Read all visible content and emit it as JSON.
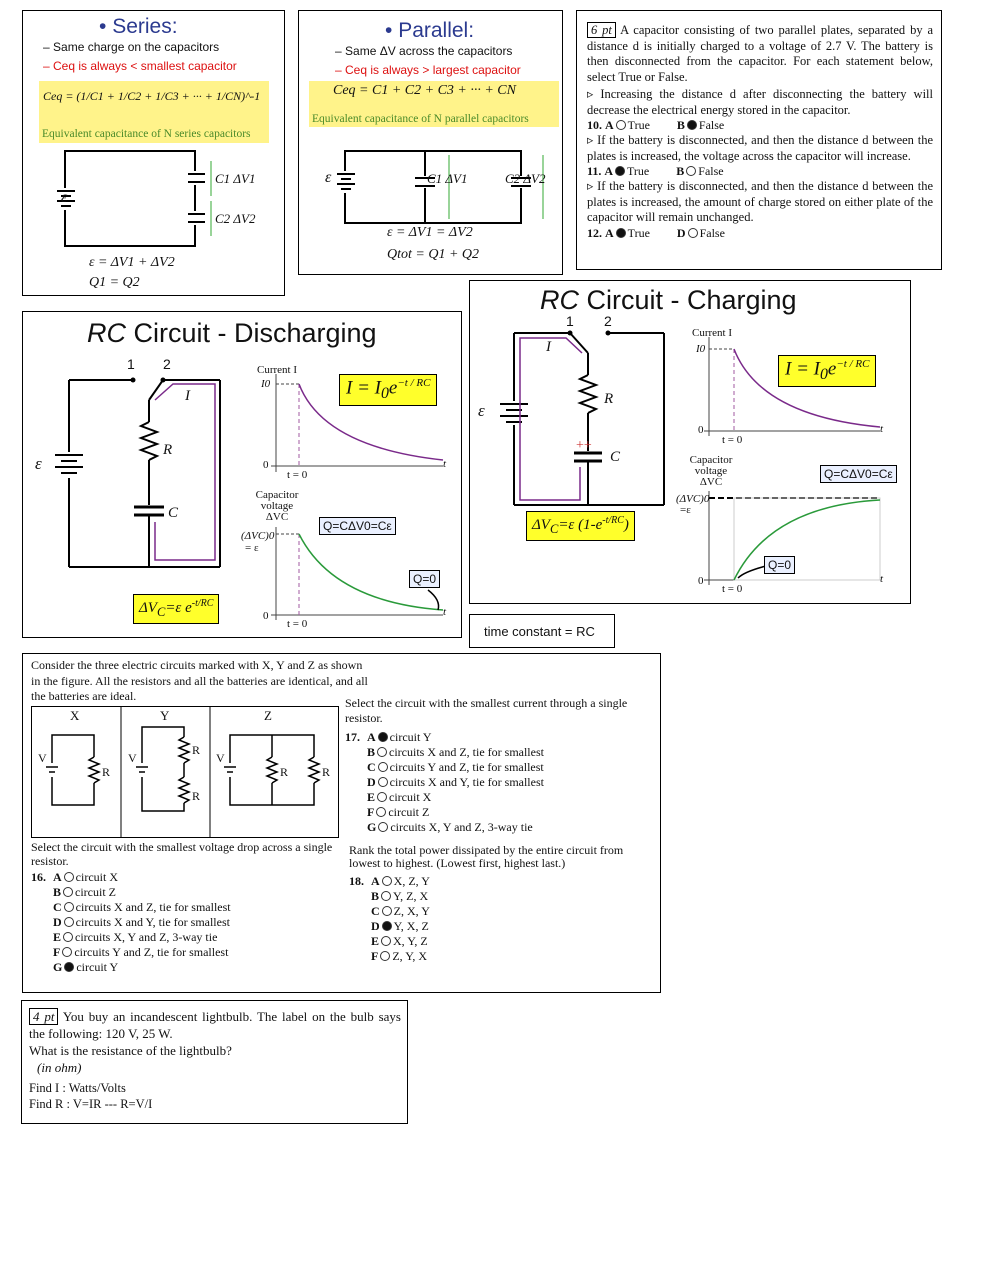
{
  "series": {
    "title": "Series:",
    "bullet1": "Same charge on the capacitors",
    "bullet2": "Ceq is always < smallest capacitor",
    "formula": "Ceq = (1/C1 + 1/C2 + 1/C3 + ··· + 1/CN)^-1",
    "caption": "Equivalent capacitance of N series capacitors",
    "emf": "ε",
    "c1": "C1  ΔV1",
    "c2": "C2  ΔV2",
    "eq1": "ε = ΔV1 + ΔV2",
    "eq2": "Q1 = Q2"
  },
  "parallel": {
    "title": "Parallel:",
    "bullet1": "Same ΔV across the capacitors",
    "bullet2": "Ceq is always > largest capacitor",
    "formula": "Ceq = C1 + C2 + C3 + ··· + CN",
    "caption": "Equivalent capacitance of N parallel capacitors",
    "emf": "ε",
    "c1": "C1  ΔV1",
    "c2": "C2  ΔV2",
    "eq1": "ε = ΔV1 = ΔV2",
    "eq2": "Qtot = Q1 + Q2"
  },
  "capq": {
    "points": "6 pt",
    "intro": "A capacitor consisting of two parallel plates, separated by a distance d is initially charged to a voltage of 2.7 V. The battery is then disconnected from the capacitor. For each statement below, select True or False.",
    "s10": "Increasing the distance d after disconnecting the battery will decrease the electrical energy stored in the capacitor.",
    "n10": "10.",
    "s11": "If the battery is disconnected, and then the distance d between the plates is increased, the voltage across the capacitor will increase.",
    "n11": "11.",
    "s12": "If the battery is disconnected, and then the distance d between the plates is increased, the amount of charge stored on either plate of the capacitor will remain unchanged.",
    "n12": "12.",
    "true_label": "True",
    "false_label": "False",
    "optA": "A",
    "optB": "B",
    "optD": "D"
  },
  "discharging": {
    "title_italic": "RC",
    "title_rest": " Circuit - Discharging",
    "n1": "1",
    "n2": "2",
    "cur": "I",
    "r": "R",
    "c": "C",
    "emf": "ε",
    "current_label": "Current I",
    "i0": "I0",
    "t0": "t = 0",
    "t": "t",
    "zero": "0",
    "formula": "I = I0e^(-t/RC)",
    "cap_voltage": "Capacitor voltage ΔVC",
    "dv0": "(ΔVC)0",
    "eq_emf": "= ε",
    "q_label": "Q=CΔV0=Cε",
    "q0": "Q=0",
    "vc": "ΔVC=ε e-t/RC"
  },
  "charging": {
    "title_italic": "RC",
    "title_rest": " Circuit - Charging",
    "n1": "1",
    "n2": "2",
    "cur": "I",
    "r": "R",
    "c": "C",
    "emf": "ε",
    "current_label": "Current I",
    "i0": "I0",
    "t0": "t = 0",
    "t": "t",
    "zero": "0",
    "formula": "I = I0e^(-t/RC)",
    "cap_voltage": "Capacitor voltage ΔVC",
    "dv0": "(ΔVC)0",
    "eq_emf": "=ε",
    "q_label": "Q=CΔV0=Cε",
    "q0": "Q=0",
    "vc": "ΔVC=ε (1-e-t/RC)"
  },
  "time_constant": "time constant = RC",
  "circuits": {
    "intro": "Consider the three electric circuits marked with X, Y and Z as shown in the figure. All the resistors and all the batteries are identical, and all the batteries are ideal.",
    "labels": [
      "X",
      "Y",
      "Z"
    ],
    "v": "V",
    "r": "R",
    "q17_prompt": "Select the circuit with the smallest current through a single resistor.",
    "q17_num": "17.",
    "q17_opts": [
      {
        "key": "A",
        "text": "circuit Y",
        "filled": true
      },
      {
        "key": "B",
        "text": "circuits X and Z, tie for smallest",
        "filled": false
      },
      {
        "key": "C",
        "text": "circuits Y and Z, tie for smallest",
        "filled": false
      },
      {
        "key": "D",
        "text": "circuits X and Y, tie for smallest",
        "filled": false
      },
      {
        "key": "E",
        "text": "circuit X",
        "filled": false
      },
      {
        "key": "F",
        "text": "circuit Z",
        "filled": false
      },
      {
        "key": "G",
        "text": "circuits X, Y and Z, 3-way tie",
        "filled": false
      }
    ],
    "q16_prompt": "Select the circuit with the smallest voltage drop across a single resistor.",
    "q16_num": "16.",
    "q16_opts": [
      {
        "key": "A",
        "text": "circuit X",
        "filled": false
      },
      {
        "key": "B",
        "text": "circuit Z",
        "filled": false
      },
      {
        "key": "C",
        "text": "circuits X and Z, tie for smallest",
        "filled": false
      },
      {
        "key": "D",
        "text": "circuits X and Y, tie for smallest",
        "filled": false
      },
      {
        "key": "E",
        "text": "circuits X, Y and Z, 3-way tie",
        "filled": false
      },
      {
        "key": "F",
        "text": "circuits Y and Z, tie for smallest",
        "filled": false
      },
      {
        "key": "G",
        "text": "circuit Y",
        "filled": true
      }
    ],
    "q18_prompt": "Rank the total power dissipated by the entire circuit from lowest to highest. (Lowest first, highest last.)",
    "q18_num": "18.",
    "q18_opts": [
      {
        "key": "A",
        "text": "X, Z, Y",
        "filled": false
      },
      {
        "key": "B",
        "text": "Y, Z, X",
        "filled": false
      },
      {
        "key": "C",
        "text": "Z, X, Y",
        "filled": false
      },
      {
        "key": "D",
        "text": "Y, X, Z",
        "filled": true
      },
      {
        "key": "E",
        "text": "X, Y, Z",
        "filled": false
      },
      {
        "key": "F",
        "text": "Z, Y, X",
        "filled": false
      }
    ]
  },
  "bulb": {
    "points": "4 pt",
    "text": "You buy an incandescent lightbulb. The label on the bulb says the following: 120 V, 25 W.",
    "question": "What is the resistance of the lightbulb?",
    "unit": "(in ohm)",
    "hint1": "Find I : Watts/Volts",
    "hint2": "Find R : V=IR --- R=V/I"
  }
}
